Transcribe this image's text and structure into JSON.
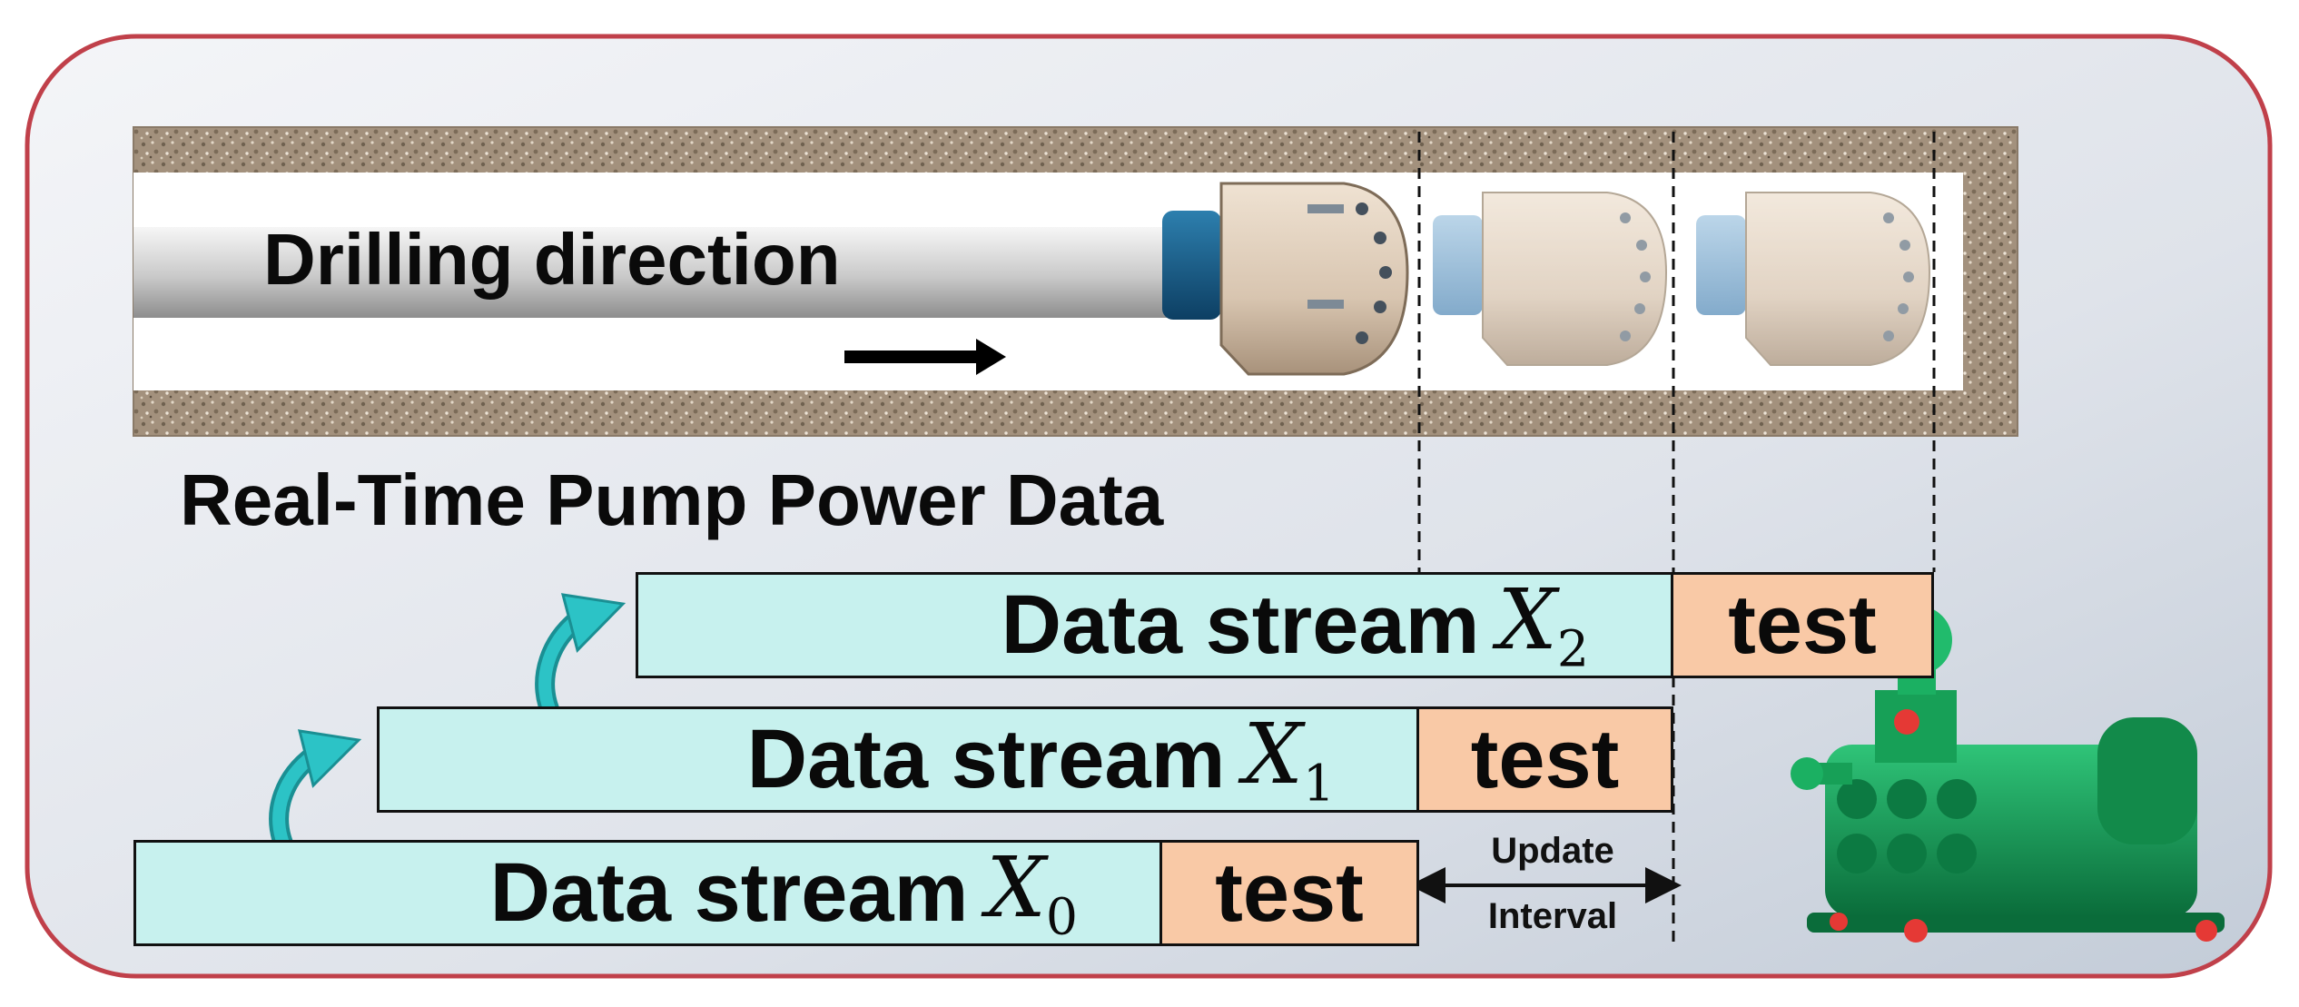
{
  "diagram": {
    "drilling_label": "Drilling direction",
    "section_title": "Real-Time Pump Power Data",
    "update_interval_line1": "Update",
    "update_interval_line2": "Interval",
    "streams": [
      {
        "prefix": "Data stream",
        "var": "X",
        "sub": "0",
        "test_label": "test"
      },
      {
        "prefix": "Data stream",
        "var": "X",
        "sub": "1",
        "test_label": "test"
      },
      {
        "prefix": "Data stream",
        "var": "X",
        "sub": "2",
        "test_label": "test"
      }
    ],
    "colors": {
      "border": "#c0404a",
      "stream_fill": "#c7f1ee",
      "test_fill": "#f9c9a6",
      "arrow": "#1fb4b8",
      "rock": "#a08e7b",
      "pump": "#0f8f4c"
    }
  }
}
